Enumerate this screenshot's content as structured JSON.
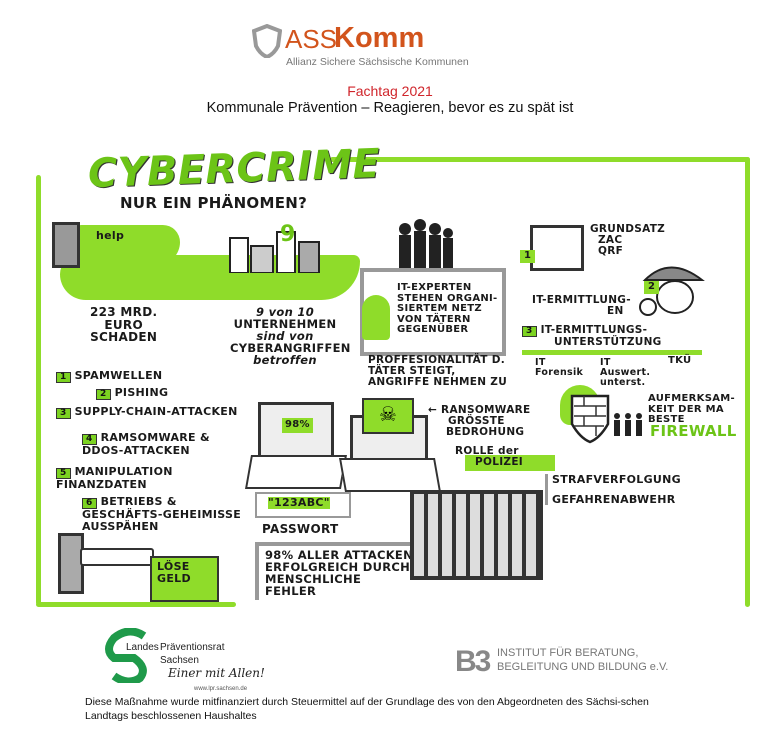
{
  "header": {
    "logo_prefix": "ASS",
    "logo_main": "Komm",
    "logo_subtitle": "Allianz Sichere Sächsische Kommunen",
    "event": "Fachtag 2021",
    "title": "Kommunale Prävention – Reagieren, bevor es zu spät ist"
  },
  "graphic": {
    "title": "CYBERCRIME",
    "subtitle": "NUR EIN PHÄNOMEN?",
    "help": "help",
    "nine": "9",
    "damage": [
      "223 MRD.",
      "EURO",
      "SCHADEN"
    ],
    "companies": [
      "9 von 10",
      "UNTERNEHMEN",
      "sind von",
      "CYBERANGRIFFEN",
      "betroffen"
    ],
    "attacks": [
      {
        "num": "1",
        "label": "SPAMWELLEN"
      },
      {
        "num": "2",
        "label": "PISHING"
      },
      {
        "num": "3",
        "label": "SUPPLY-CHAIN-ATTACKEN"
      },
      {
        "num": "4",
        "label": "RAMSOMWARE & DDOS-ATTACKEN"
      },
      {
        "num": "5",
        "label": "MANIPULATION FINANZDATEN"
      },
      {
        "num": "6",
        "label": "BETRIEBS & GESCHÄFTS-GEHEIMISSE AUSSPÄHEN"
      }
    ],
    "laptop_percent": "98%",
    "password_value": "\"123ABC\"",
    "password_label": "PASSWORT",
    "human_error": [
      "98% ALLER ATTACKEN",
      "ERFOLGREICH DURCH",
      "MENSCHLICHE",
      "FEHLER"
    ],
    "ransom_sign": [
      "LÖSE",
      "GELD"
    ],
    "it_experts": [
      "IT-EXPERTEN",
      "STEHEN ORGANI-",
      "SIERTEM NETZ",
      "VON TÄTERN",
      "GEGENÜBER"
    ],
    "professionalism": [
      "PROFFESIONALITÄT d.",
      "TÄTER STEIGT,",
      "ANGRIFFE NEHMEN ZU"
    ],
    "ransomware": [
      "← RANSOMWARE",
      "GRÖSSTE",
      "BEDROHUNG"
    ],
    "police_role": [
      "ROLLE der",
      "POLIZEI"
    ],
    "prosecution": [
      "STRAFVERFOLGUNG",
      "GEFAHRENABWEHR"
    ],
    "principle": [
      "GRUNDSATZ",
      "ZAC",
      "QRF"
    ],
    "step1": "1",
    "step2": "2",
    "step3": "3",
    "investigations": [
      "IT-ERMITTLUNG-",
      "EN"
    ],
    "investigation_support": [
      "IT-ERMITTLUNGS-",
      "UNTERSTÜTZUNG"
    ],
    "support_items": [
      [
        "IT",
        "Forensik"
      ],
      [
        "IT",
        "Auswert.",
        "unterst."
      ],
      [
        "TKÜ"
      ]
    ],
    "awareness": [
      "AUFMERKSAM-",
      "KEIT der MA",
      "BESTE"
    ],
    "firewall": "FIREWALL"
  },
  "footer": {
    "lpr_name1": "Landes",
    "lpr_name2": "Präventionsrat",
    "lpr_name3": "Sachsen",
    "lpr_slogan": "Einer mit Allen!",
    "lpr_url": "www.lpr.sachsen.de",
    "b3_mark": "B3",
    "b3_line1": "INSTITUT FÜR BERATUNG,",
    "b3_line2": "BEGLEITUNG UND BILDUNG e.V.",
    "funding_note": "Diese Maßnahme wurde mitfinanziert durch Steuermittel auf der Grundlage des von den Abgeordneten des Sächsi-schen Landtags beschlossenen Haushaltes"
  },
  "colors": {
    "brand_orange": "#d2541c",
    "accent_green": "#8fdc2a",
    "event_red": "#d0252b",
    "lpr_green": "#1f9a4a",
    "b3_blue": "#2e9ad6"
  }
}
